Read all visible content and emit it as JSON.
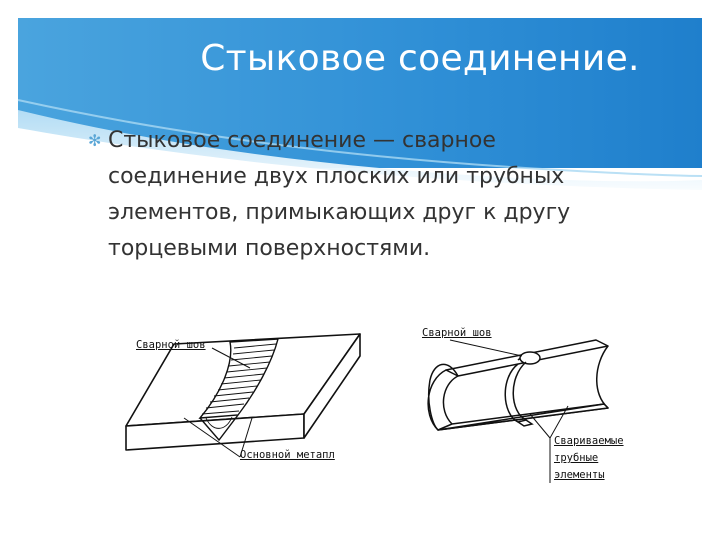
{
  "slide": {
    "title": "Стыковое соединение.",
    "bullet_text_lines": [
      "Стыковое соединение — сварное",
      "соединение двух плоских или трубных",
      "элементов, примыкающих друг к другу",
      "торцевыми поверхностями."
    ],
    "bullet_icon": "asterisk-bullet-icon",
    "colors": {
      "header_blue": "#2f8fd6",
      "header_light": "#7fc6ee",
      "title_text": "#ffffff",
      "body_text": "#333333"
    }
  },
  "figure_plate": {
    "label_weld": "Сварной шов",
    "label_base": "Основной метапл"
  },
  "figure_pipe": {
    "label_weld": "Сварной шов",
    "label_pipes_lines": [
      "Свариваемые",
      "трубные",
      "элементы"
    ]
  }
}
